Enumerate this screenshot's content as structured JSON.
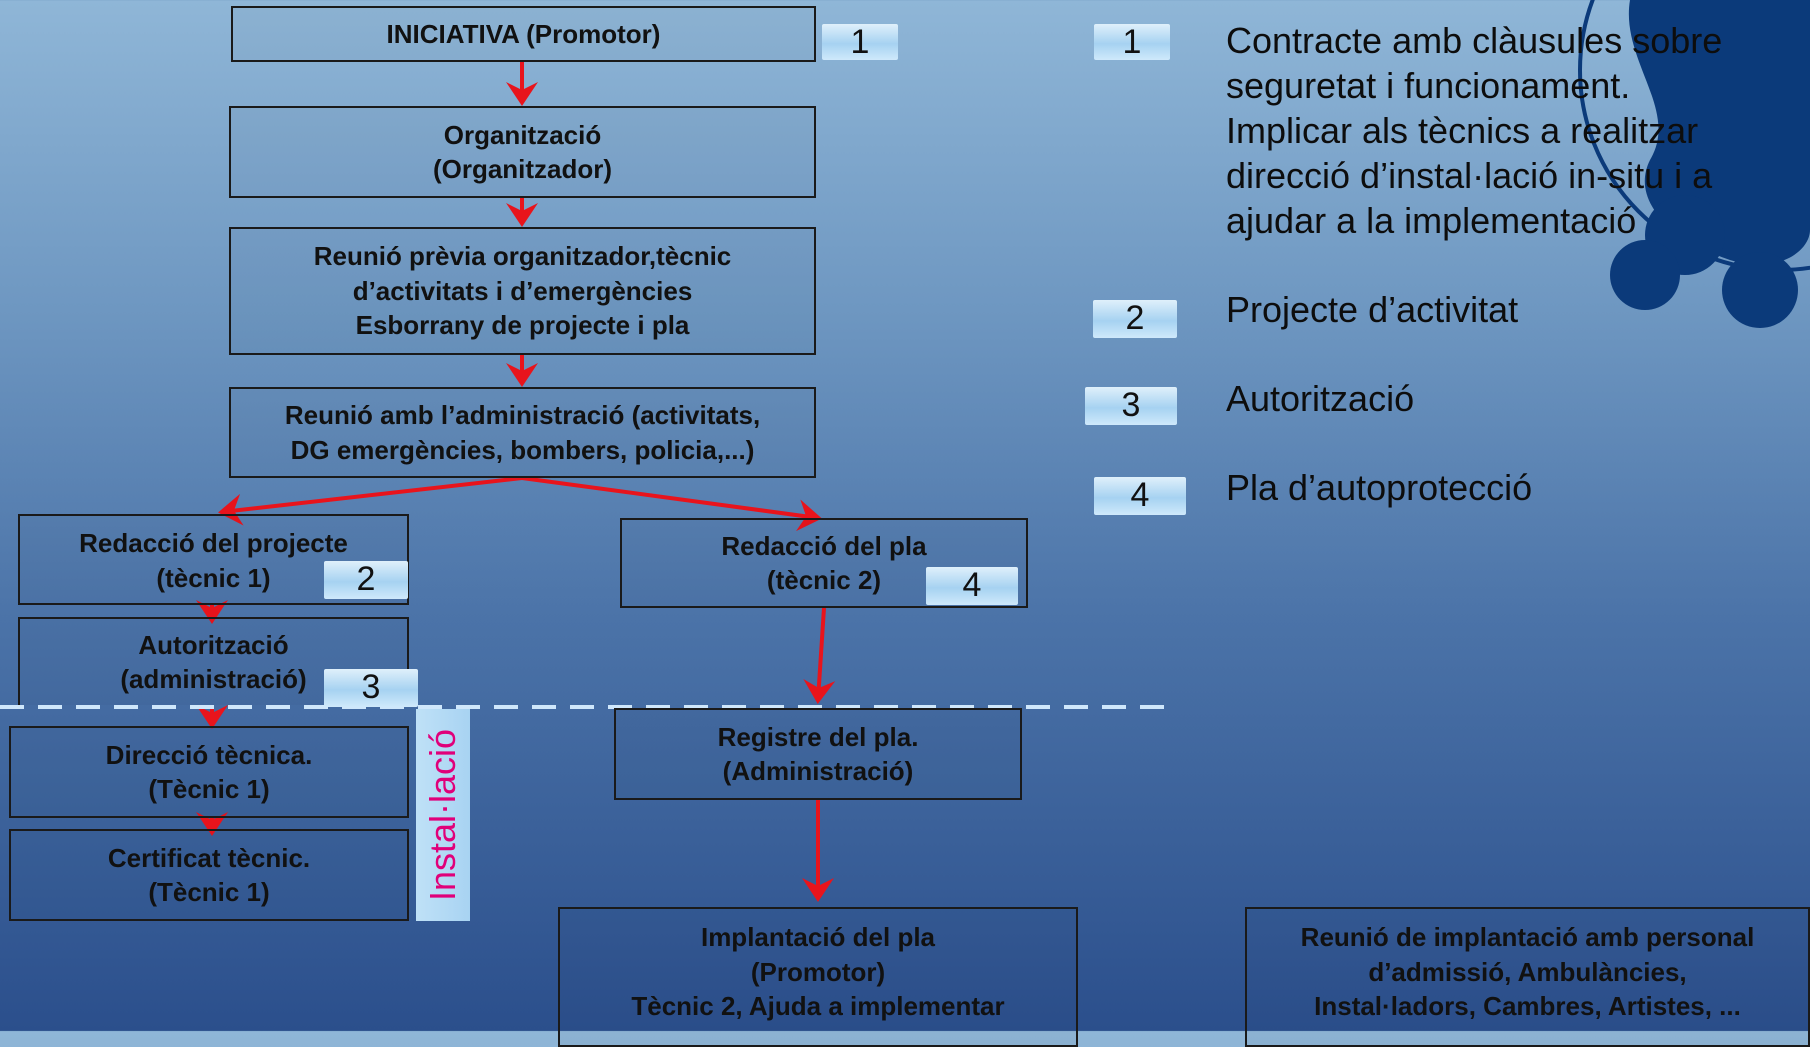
{
  "boxes": {
    "iniciativa": [
      "INICIATIVA (Promotor)"
    ],
    "organitzacio": [
      "Organització",
      "(Organitzador)"
    ],
    "reunio_previa": [
      "Reunió prèvia organitzador,tècnic",
      "d’activitats i d’emergències",
      "Esborrany de projecte i pla"
    ],
    "reunio_admin": [
      "Reunió amb l’administració (activitats,",
      "DG emergències, bombers, policia,...)"
    ],
    "redaccio_projecte": [
      "Redacció del projecte",
      "(tècnic 1)"
    ],
    "autoritzacio": [
      "Autorització",
      "(administració)"
    ],
    "direccio_tecnica": [
      "Direcció tècnica.",
      "(Tècnic 1)"
    ],
    "certificat_tecnic": [
      "Certificat tècnic.",
      "(Tècnic 1)"
    ],
    "redaccio_pla": [
      "Redacció del pla",
      "(tècnic 2)"
    ],
    "registre_pla": [
      "Registre del pla.",
      "(Administració)"
    ],
    "implantacio_pla": [
      "Implantació  del pla",
      "(Promotor)",
      "Tècnic 2, Ajuda a implementar"
    ],
    "reunio_implantacio": [
      "Reunió de implantació amb personal",
      "d’admissió, Ambulàncies,",
      "Instal·ladors, Cambres, Artistes, ..."
    ]
  },
  "tags": {
    "iniciativa": "1",
    "projecte": "2",
    "autoritzacio": "3",
    "pla": "4"
  },
  "installation_label": "Instal·lació",
  "legend": [
    {
      "number": "1",
      "lines": [
        "Contracte amb clàusules sobre",
        "seguretat i funcionament.",
        "Implicar als tècnics a realitzar",
        "direcció d’instal·lació in-situ i a",
        "ajudar a la implementació"
      ]
    },
    {
      "number": "2",
      "lines": [
        "Projecte d’activitat"
      ]
    },
    {
      "number": "3",
      "lines": [
        "Autorització"
      ]
    },
    {
      "number": "4",
      "lines": [
        "Pla d’autoprotecció"
      ]
    }
  ],
  "colors": {
    "arrow": "#e8141c",
    "dashed_line": "#cfe7fb",
    "tag_fill": "#a6d2f1",
    "logo": "#0b3a7a",
    "installation_text": "#e0007a"
  },
  "icons": {
    "logo": "blue-circle-logo-icon"
  }
}
